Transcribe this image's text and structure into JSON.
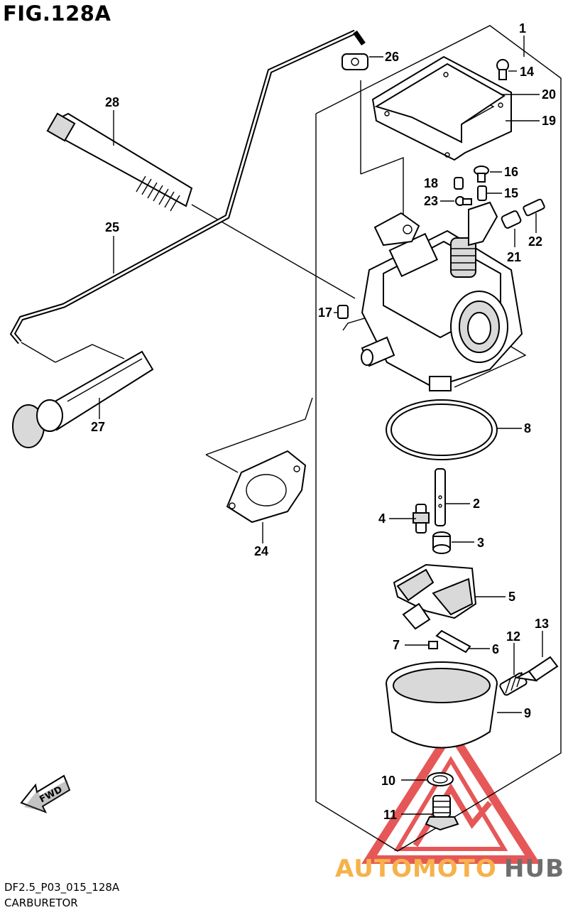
{
  "figure": {
    "title": "FIG.128A"
  },
  "footer": {
    "code": "DF2.5_P03_015_128A",
    "name": "CARBURETOR"
  },
  "fwd_badge": {
    "label": "FWD"
  },
  "watermark": {
    "part1": "AUTOMOTO",
    "part2": "HUB",
    "color1": "#f6b24a",
    "color2": "#6e6e6e",
    "logo_color": "#e23a3a"
  },
  "callouts": {
    "c1": "1",
    "c2": "2",
    "c3": "3",
    "c4": "4",
    "c5": "5",
    "c6": "6",
    "c7": "7",
    "c8": "8",
    "c9": "9",
    "c10": "10",
    "c11": "11",
    "c12": "12",
    "c13": "13",
    "c14": "14",
    "c15": "15",
    "c16": "16",
    "c17": "17",
    "c18": "18",
    "c19": "19",
    "c20": "20",
    "c21": "21",
    "c22": "22",
    "c23": "23",
    "c24": "24",
    "c25": "25",
    "c26": "26",
    "c27": "27",
    "c28": "28"
  }
}
